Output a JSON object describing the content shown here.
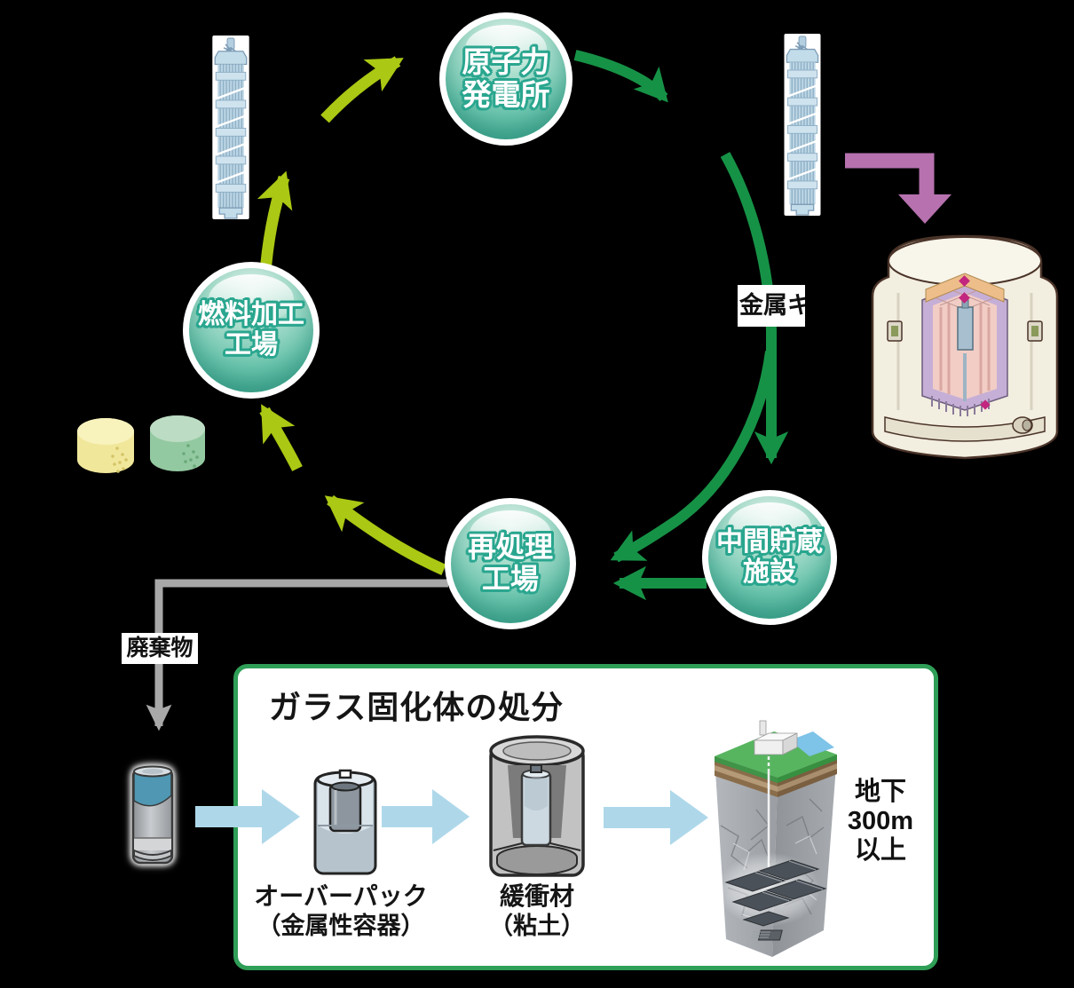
{
  "background": "#000000",
  "colors": {
    "cycle_arrow_green": "#169246",
    "cycle_arrow_chartreuse": "#aac814",
    "cask_arrow_purple": "#b671ae",
    "waste_arrow_gray": "#a8a8a8",
    "process_arrow_lightblue": "#aed8ea",
    "node_sphere_teal": "#47b198",
    "node_text_outline": "#2aa68f",
    "panel_border_green": "#2f9e57"
  },
  "cycle": {
    "nodes": {
      "power_plant": {
        "line1": "原子力",
        "line2": "発電所"
      },
      "fuel_fabrication": {
        "line1": "燃料加工",
        "line2": "工場"
      },
      "reprocessing": {
        "line1": "再処理",
        "line2": "工場"
      },
      "interim_storage": {
        "line1": "中間貯蔵",
        "line2": "施設"
      }
    },
    "cask_label": "金属キ",
    "waste_label": "廃棄物"
  },
  "disposal_panel": {
    "title": "ガラス固化体の処分",
    "overpack": {
      "line1": "オーバーパック",
      "line2": "（金属性容器）"
    },
    "buffer": {
      "line1": "緩衝材",
      "line2": "（粘土）"
    },
    "depth": {
      "line1": "地下",
      "line2": "300m",
      "line3": "以上"
    }
  }
}
